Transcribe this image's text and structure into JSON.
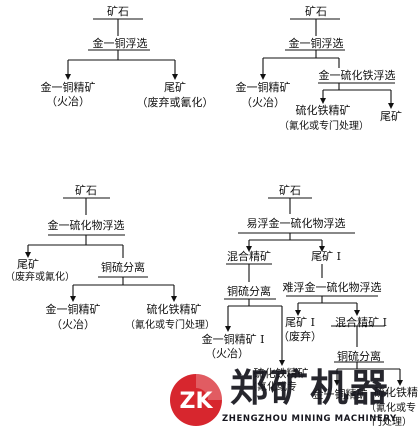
{
  "diagram": {
    "flow_a": {
      "ore": "矿石",
      "flotation": "金一铜浮选",
      "concentrate": "金一铜精矿",
      "concentrate_dest": "（火冶）",
      "tailings": "尾矿",
      "tailings_dest": "（废弃或氰化）"
    },
    "flow_b": {
      "ore": "矿石",
      "flotation": "金一铜浮选",
      "concentrate": "金一铜精矿",
      "concentrate_dest": "（火冶）",
      "pyrite_flotation": "金一硫化铁浮选",
      "pyrite_concentrate": "硫化铁精矿",
      "pyrite_dest": "（氰化或专门处理）",
      "tailings": "尾矿"
    },
    "flow_c": {
      "ore": "矿石",
      "flotation": "金一硫化物浮选",
      "tailings": "尾矿",
      "tailings_dest": "（废弃或氰化）",
      "separation": "铜硫分离",
      "cu_concentrate": "金一铜精矿",
      "cu_dest": "（火冶）",
      "fes_concentrate": "硫化铁精矿",
      "fes_dest": "（氰化或专门处理）"
    },
    "flow_d": {
      "ore": "矿石",
      "easy_flotation": "易浮金一硫化物浮选",
      "bulk_concentrate": "混合精矿",
      "tailings_1": "尾矿 I",
      "separation_1": "铜硫分离",
      "hard_flotation": "难浮金一硫化物浮选",
      "cu_concentrate_1": "金一铜精矿 I",
      "cu_dest_1": "（火冶）",
      "fes_concentrate_1": "硫化铁精矿",
      "fes_dest_1": "（氰化或专",
      "tailings_2": "尾矿 I",
      "tailings_2_dest": "（废弃）",
      "bulk_concentrate_2": "混合精矿 I",
      "separation_2": "铜硫分离",
      "cu_concentrate_2": "金一铜精矿",
      "fes_concentrate_2": "硫化铁精",
      "fes_dest_2": "（氰化或专",
      "fes_dest_2b": "门处理）"
    }
  },
  "watermark": {
    "logo_text": "ZK",
    "name_zh": "郑矿机器",
    "name_en": "ZHENGZHOU MINING MACHINERY",
    "brand_red": "#d7262e",
    "brand_dark": "#16161e"
  }
}
